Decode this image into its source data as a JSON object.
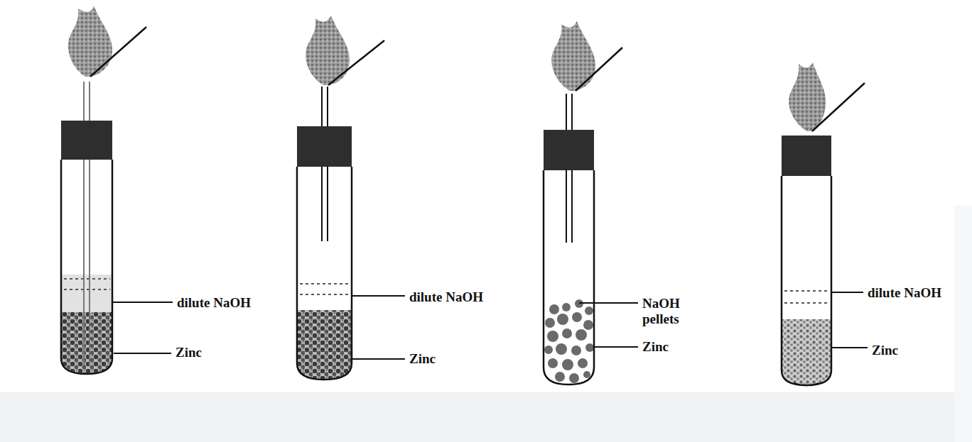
{
  "diagram": {
    "labels": [
      "dilute NaOH",
      "Zinc",
      "dilute NaOH",
      "Zinc",
      "NaOH pellets",
      "Zinc",
      "dilute NaOH",
      "Zinc"
    ]
  }
}
